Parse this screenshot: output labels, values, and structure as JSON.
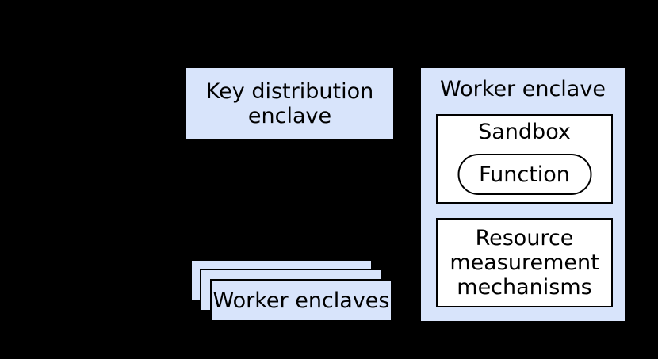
{
  "diagram": {
    "background_color": "#000000",
    "colors": {
      "node_fill": "#d8e4fb",
      "node_border": "#000000",
      "inner_node_fill": "#ffffff",
      "text": "#000000"
    },
    "nodes": {
      "key_distribution": {
        "label": "Key distribution\nenclave"
      },
      "worker_enclave": {
        "title": "Worker enclave",
        "sandbox": {
          "title": "Sandbox",
          "function": {
            "label": "Function"
          }
        },
        "resource_measurement": {
          "label": "Resource\nmeasurement\nmechanisms"
        }
      },
      "worker_enclaves_stack": {
        "label": "Worker enclaves",
        "layer_count": 3
      }
    }
  }
}
